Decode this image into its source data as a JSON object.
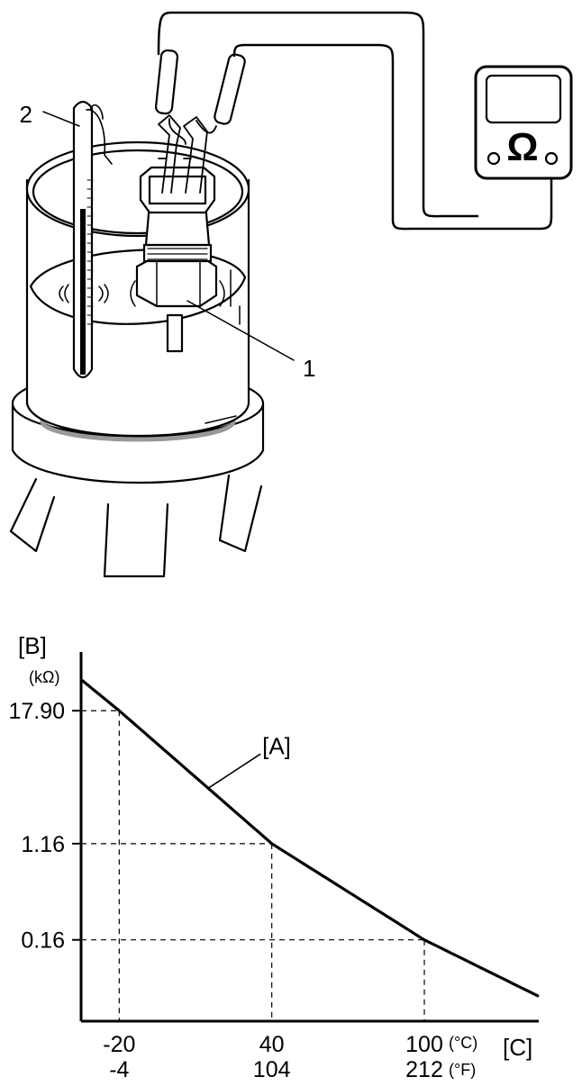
{
  "illustration": {
    "callouts": [
      {
        "id": "1",
        "label": "1"
      },
      {
        "id": "2",
        "label": "2"
      }
    ],
    "meter_symbol": "Ω"
  },
  "chart_data": {
    "type": "line",
    "curve_label": "[A]",
    "ylabel": "[B]",
    "yunit": "(kΩ)",
    "xlabel": "[C]",
    "xunit_c": "(°C)",
    "xunit_f": "(°F)",
    "xlim": [
      -35,
      145
    ],
    "ylim_log": [
      0.03,
      60
    ],
    "y_ticks": [
      {
        "label": "17.90",
        "value": 17.9
      },
      {
        "label": "1.16",
        "value": 1.16
      },
      {
        "label": "0.16",
        "value": 0.16
      }
    ],
    "x_ticks": [
      {
        "c_label": "-20",
        "f_label": "-4",
        "value": -20
      },
      {
        "c_label": "40",
        "f_label": "104",
        "value": 40
      },
      {
        "c_label": "100",
        "f_label": "212",
        "value": 100
      }
    ],
    "series": [
      {
        "x": [
          -35,
          -20,
          40,
          100,
          145
        ],
        "y": [
          34,
          17.9,
          1.16,
          0.16,
          0.05
        ]
      }
    ]
  }
}
